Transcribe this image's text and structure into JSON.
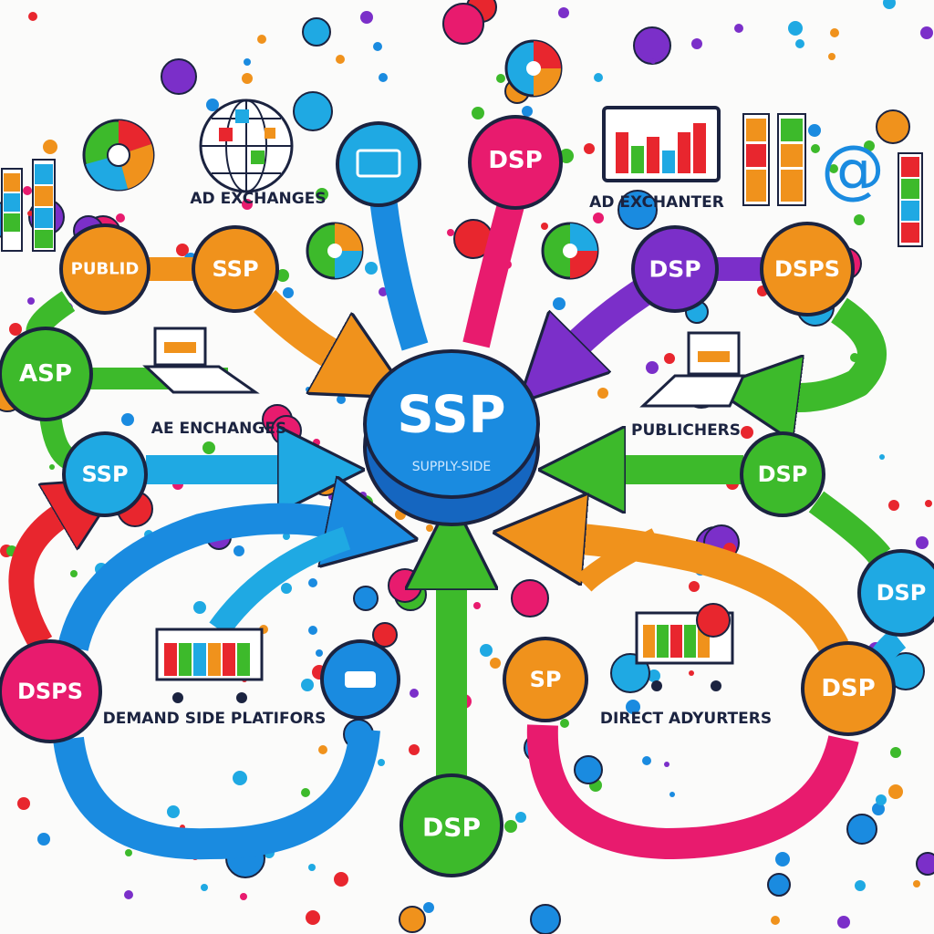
{
  "colors": {
    "blue": "#1a8be0",
    "teal": "#1fa9e3",
    "pink": "#e81b6e",
    "orange": "#f0921c",
    "green": "#3dba2b",
    "purple": "#7b2fc9",
    "red": "#e8262e",
    "outline": "#1b2340"
  },
  "center": {
    "title": "SSP",
    "subtitle": "SUPPLY-SIDE"
  },
  "nodes": {
    "top_blue": {
      "label": "",
      "icon": "browser-window-icon"
    },
    "top_pink": {
      "label": "DSP"
    },
    "publid": {
      "label": "PUBLID"
    },
    "ssp_top_left": {
      "label": "SSP"
    },
    "asp": {
      "label": "ASP"
    },
    "ssp_left": {
      "label": "SSP"
    },
    "dsp_purple": {
      "label": "DSP"
    },
    "dsps_orange": {
      "label": "DSPS"
    },
    "dsp_green_right": {
      "label": "DSP"
    },
    "dsp_teal_right": {
      "label": "DSP"
    },
    "dsps_pink": {
      "label": "DSPS"
    },
    "blue_icon": {
      "label": "",
      "icon": "chat-icon"
    },
    "sp_orange": {
      "label": "SP"
    },
    "dsp_orange_right": {
      "label": "DSP"
    },
    "dsp_green_bottom": {
      "label": "DSP"
    }
  },
  "labels": {
    "ad_exchanges": "AD EXCHANGES",
    "ad_exchanter": "AD EXCHANTER",
    "ae_enchanges": "AE ENCHANGES",
    "publichers": "PUBLICHERS",
    "demand_side": "DEMAND SIDE PLATIFORS",
    "direct_adv": "DIRECT ADYURTERS"
  },
  "icons": {
    "at_sign": "@"
  }
}
